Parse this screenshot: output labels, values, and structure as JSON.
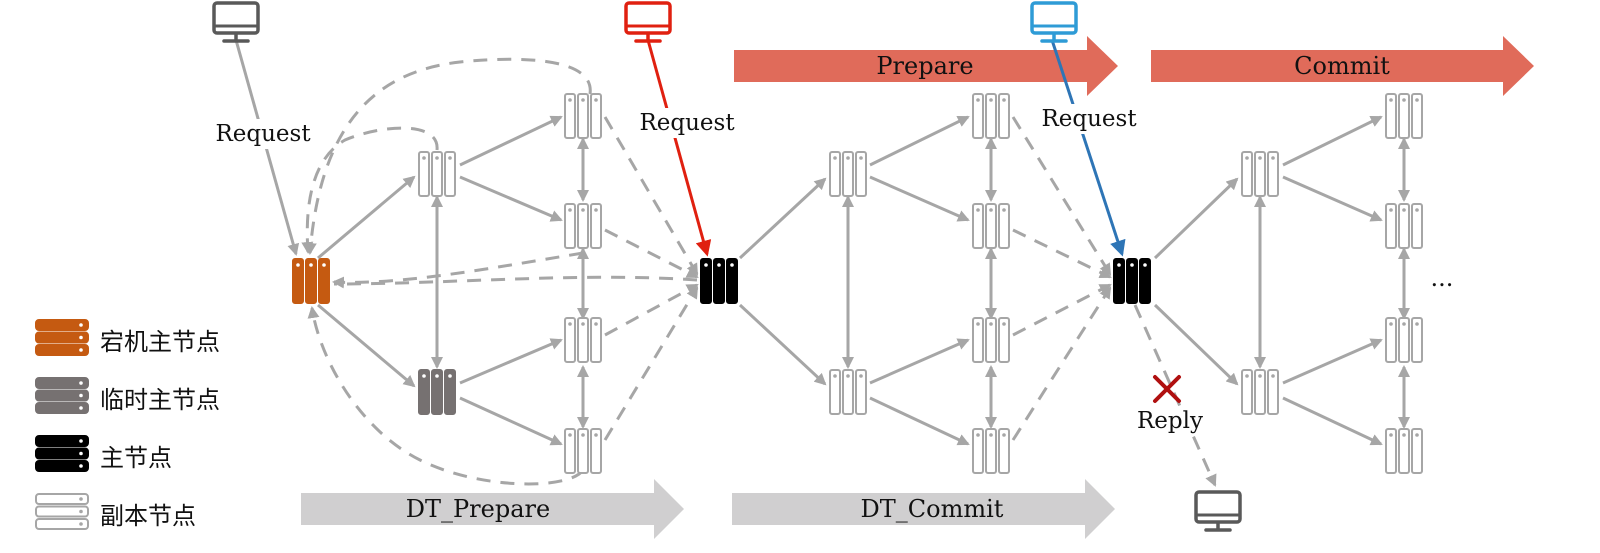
{
  "phases": {
    "prepare": "Prepare",
    "commit": "Commit",
    "dt_prepare": "DT_Prepare",
    "dt_commit": "DT_Commit"
  },
  "labels": {
    "request_1": "Request",
    "request_2": "Request",
    "request_3": "Request",
    "reply": "Reply",
    "ellipsis": "..."
  },
  "legend": [
    {
      "label": "宕机主节点",
      "color": "#c55a11",
      "icon": "server-stack-icon"
    },
    {
      "label": "临时主节点",
      "color": "#767171",
      "icon": "server-stack-icon"
    },
    {
      "label": "主节点",
      "color": "#000000",
      "icon": "server-stack-icon"
    },
    {
      "label": "副本节点",
      "color": "#ffffff",
      "icon": "server-stack-outline-icon"
    }
  ],
  "colors": {
    "failed_primary": "#c55a11",
    "temp_primary": "#767171",
    "primary": "#000000",
    "replica_stroke": "#a6a6a6",
    "edge": "#a6a6a6",
    "red_client": "#e02010",
    "blue_client": "#2e9bd6",
    "blue_arrow": "#2e75b6",
    "phase_arrow": "#e06b5a",
    "dt_arrow": "#d0cfd0",
    "cross": "#b01010"
  }
}
